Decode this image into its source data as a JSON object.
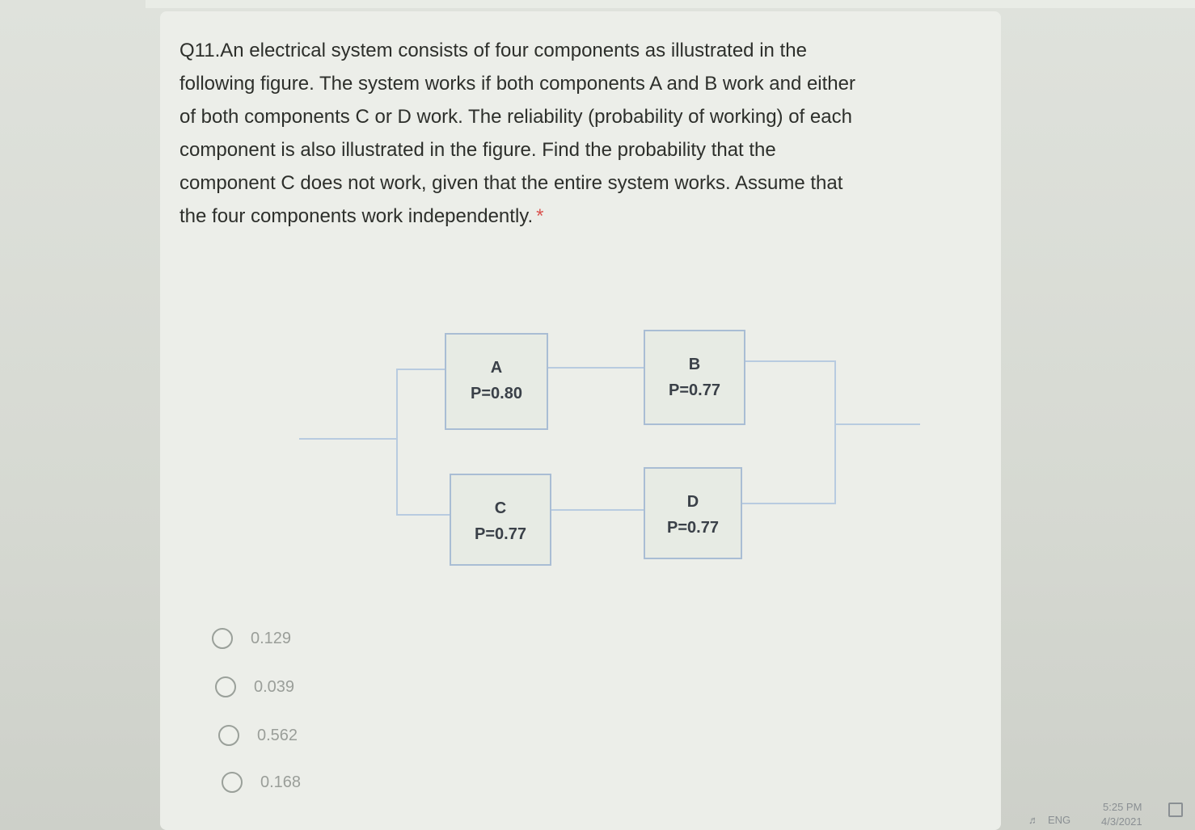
{
  "question": {
    "text": "Q11.An electrical system consists of four components as illustrated in the\nfollowing figure. The system works if both components A and B work and either\nof both components C or D work. The reliability (probability of working) of each\ncomponent is also illustrated in the figure. Find the probability that the\ncomponent C does not work, given that the entire system works. Assume that\nthe four components work independently.",
    "required_marker": "*"
  },
  "diagram": {
    "components": [
      {
        "name": "A",
        "prob": "P=0.80"
      },
      {
        "name": "B",
        "prob": "P=0.77"
      },
      {
        "name": "C",
        "prob": "P=0.77"
      },
      {
        "name": "D",
        "prob": "P=0.77"
      }
    ]
  },
  "options": [
    {
      "label": "0.129",
      "selected": false
    },
    {
      "label": "0.039",
      "selected": false
    },
    {
      "label": "0.562",
      "selected": false
    },
    {
      "label": "0.168",
      "selected": false
    }
  ],
  "taskbar": {
    "language": "ENG",
    "time": "5:25 PM",
    "date": "4/3/2021"
  },
  "colors": {
    "wire": "#b8cbe0",
    "required": "#d9534f"
  }
}
